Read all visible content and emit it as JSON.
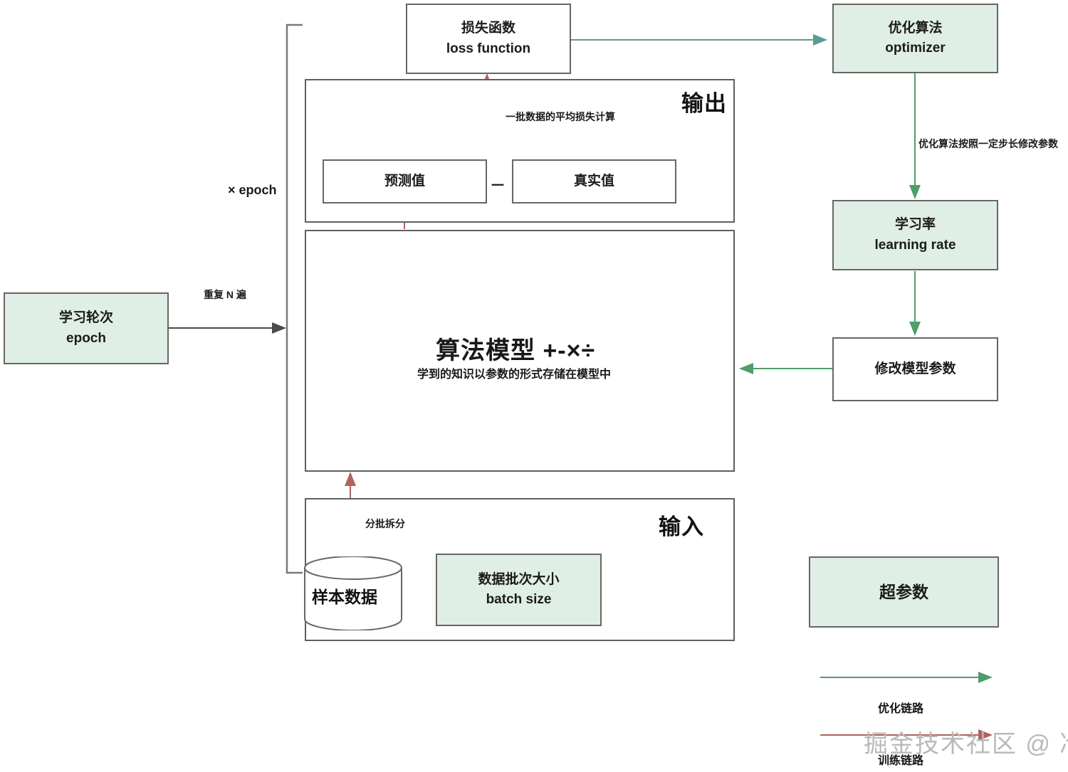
{
  "diagram": {
    "title_watermark": "掘金技术社区 @ 冷眸_",
    "colors": {
      "green_fill": "#e0efe5",
      "box_stroke": "#666666",
      "optimize_arrow": "#4e9e6a",
      "train_arrow": "#b0625f",
      "teal_arrow": "#5c9b91",
      "plain_arrow": "#4a4a4a"
    }
  },
  "nodes": {
    "loss_function": {
      "cn": "损失函数",
      "en": "loss function"
    },
    "optimizer": {
      "cn": "优化算法",
      "en": "optimizer"
    },
    "learning_rate": {
      "cn": "学习率",
      "en": "learning rate"
    },
    "update_params": {
      "cn": "修改模型参数",
      "en": ""
    },
    "epoch": {
      "cn": "学习轮次",
      "en": "epoch"
    },
    "batch_size": {
      "cn": "数据批次大小",
      "en": "batch size"
    },
    "predicted_value": {
      "cn": "预测值",
      "en": ""
    },
    "true_value": {
      "cn": "真实值",
      "en": ""
    },
    "sample_data": {
      "cn": "样本数据",
      "en": ""
    },
    "hyperparameters": {
      "cn": "超参数",
      "en": ""
    }
  },
  "containers": {
    "output": {
      "label": "输出"
    },
    "input": {
      "label": "输入"
    },
    "model": {
      "title": "算法模型 +-×÷",
      "subtitle": "学到的知识以参数的形式存储在模型中"
    }
  },
  "edge_labels": {
    "avg_loss": "一批数据的平均损失计算",
    "optimizer_step": "优化算法按照一定步长修改参数",
    "repeat_n": "重复 N 遍",
    "batch_split": "分批拆分",
    "epoch_multiplier": "× epoch",
    "minus_sign": "－"
  },
  "legend": {
    "items": [
      {
        "label": "优化链路",
        "color": "#4e9e6a"
      },
      {
        "label": "训练链路",
        "color": "#b0625f"
      }
    ]
  }
}
